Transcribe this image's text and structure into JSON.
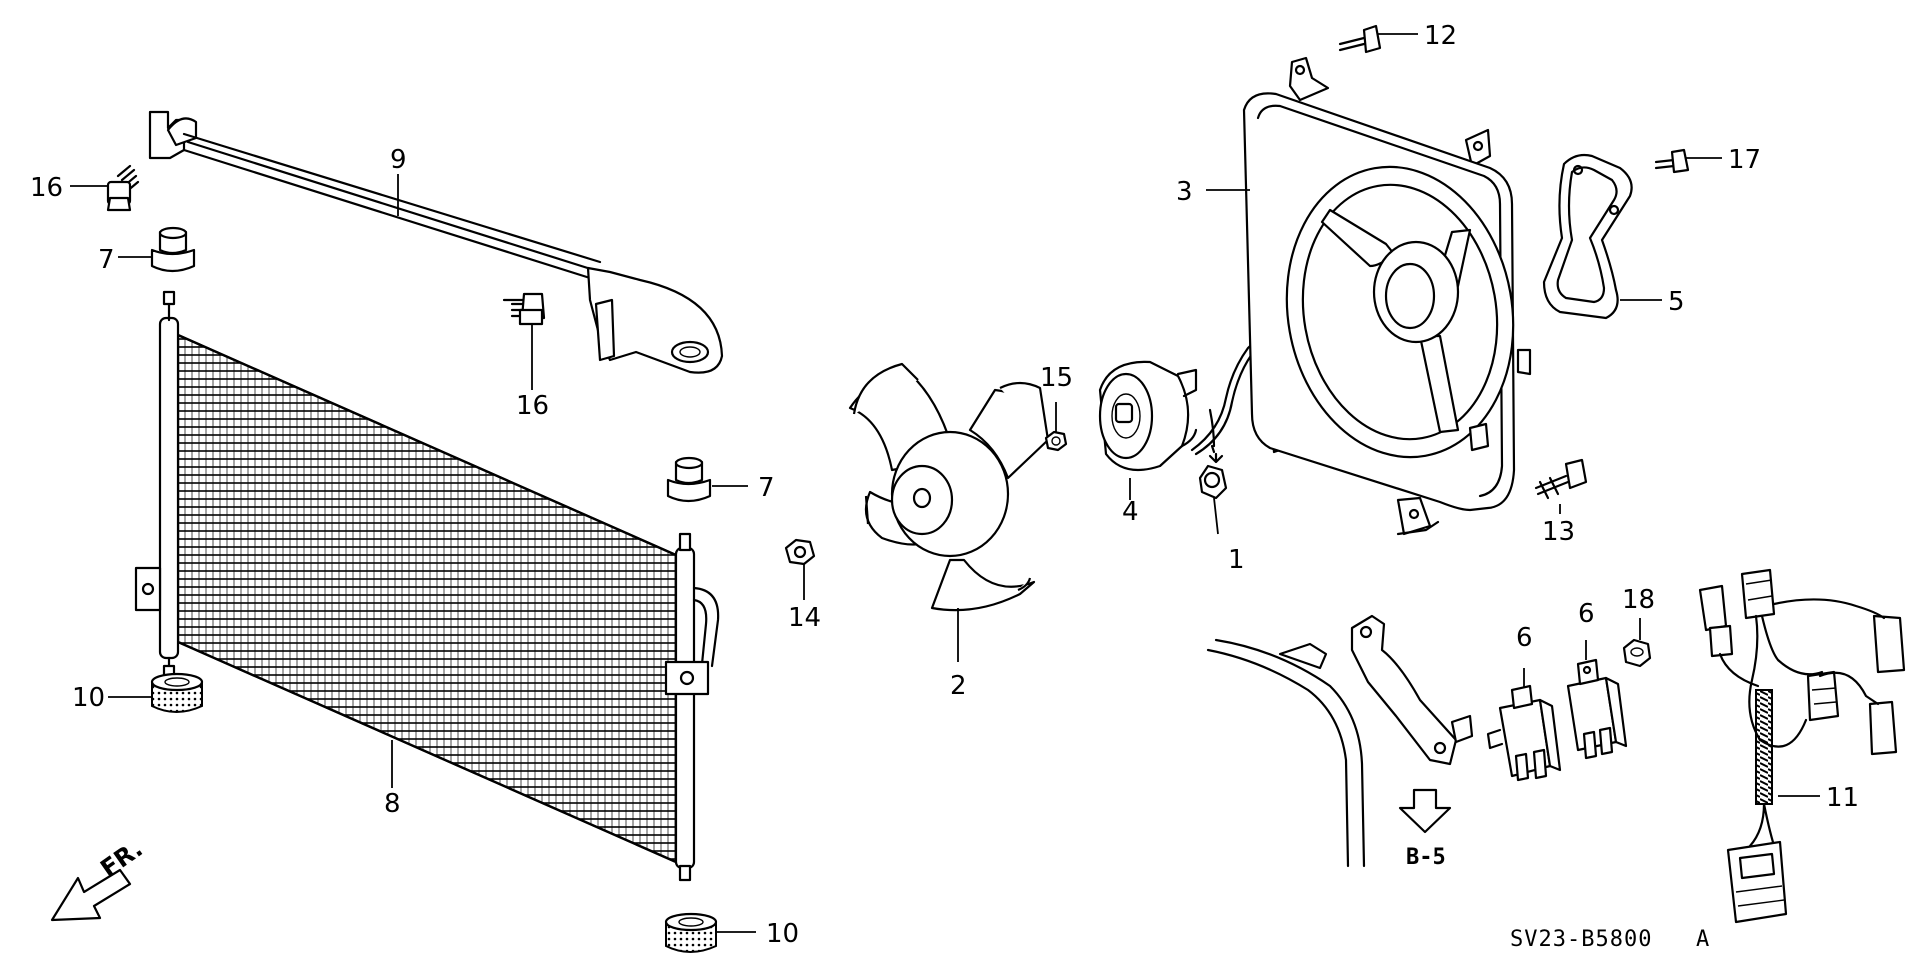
{
  "diagram_code": "SV23-B5800",
  "diagram_suffix": "A",
  "direction_label": "FR.",
  "reference_label": "B-5",
  "callouts": {
    "n1": "1",
    "n2": "2",
    "n3": "3",
    "n4": "4",
    "n5": "5",
    "n6a": "6",
    "n6b": "6",
    "n7a": "7",
    "n7b": "7",
    "n8": "8",
    "n9": "9",
    "n10a": "10",
    "n10b": "10",
    "n11": "11",
    "n12": "12",
    "n13": "13",
    "n14": "14",
    "n15": "15",
    "n16a": "16",
    "n16b": "16",
    "n17": "17",
    "n18": "18"
  }
}
